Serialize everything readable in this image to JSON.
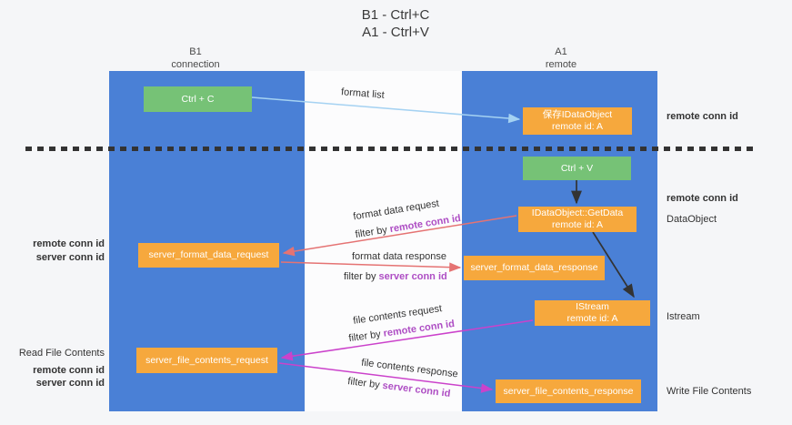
{
  "title": {
    "line1": "B1 - Ctrl+C",
    "line2": "A1 - Ctrl+V"
  },
  "left_column": {
    "header1": "B1",
    "header2": "connection"
  },
  "right_column": {
    "header1": "A1",
    "header2": "remote"
  },
  "nodes": {
    "ctrl_c": "Ctrl + C",
    "ctrl_v": "Ctrl + V",
    "save_obj1": "保存IDataObject",
    "save_obj2": "remote id: A",
    "getdata1": "IDataObject::GetData",
    "getdata2": "remote id: A",
    "istream1": "IStream",
    "istream2": "remote id: A",
    "fmt_req": "server_format_data_request",
    "fmt_resp": "server_format_data_response",
    "file_req": "server_file_contents_request",
    "file_resp": "server_file_contents_response"
  },
  "arrows": {
    "format_list": "format list",
    "fmt_req_label": "format data request",
    "fmt_resp_label": "format data response",
    "file_req_label": "file contents request",
    "file_resp_label": "file contents response",
    "filter_by": "filter by",
    "remote_conn_id": "remote conn id",
    "server_conn_id": "server conn id"
  },
  "side_labels": {
    "right_remote_1": "remote conn id",
    "right_remote_2": "remote conn id",
    "dataobject": "DataObject",
    "istream": "Istream",
    "write_file": "Write File Contents",
    "left_remote_1": "remote conn id",
    "left_server_1": "server conn id",
    "read_file": "Read File Contents",
    "left_remote_2": "remote conn id",
    "left_server_2": "server conn id"
  },
  "colors": {
    "column_blue": "#4a80d6",
    "box_orange": "#f6a83d",
    "box_green": "#76c276",
    "arrow_red": "#e57373",
    "arrow_magenta": "#cb42cb",
    "arrow_light_blue": "#a5d2f2",
    "arrow_black": "#333333",
    "label_purple": "#ae4ec4",
    "label_green": "#5dba5d"
  }
}
